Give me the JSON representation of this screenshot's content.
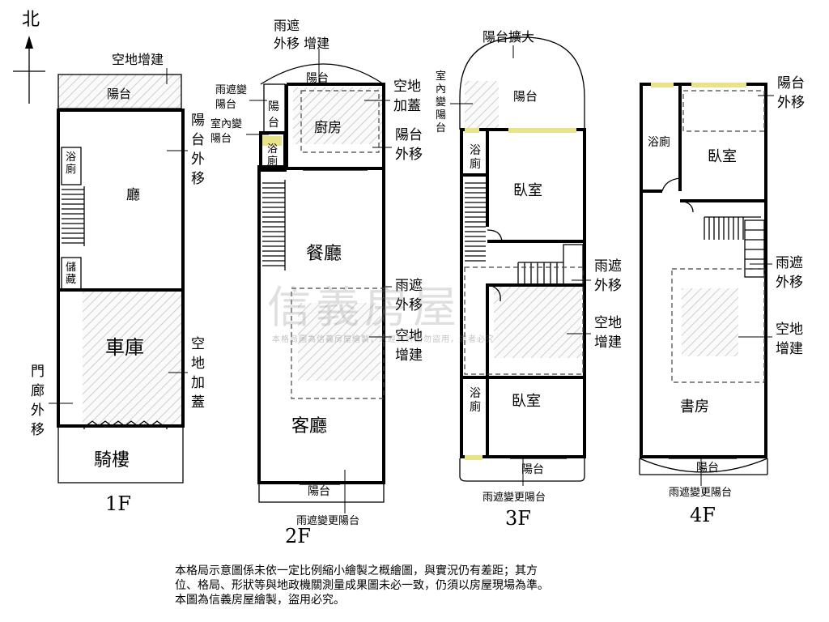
{
  "compass": {
    "label": "北"
  },
  "floors": {
    "f1": {
      "label": "1F",
      "rooms": {
        "living": "廳",
        "bath": "浴\n廁",
        "storage": "儲\n藏",
        "garage": "車庫",
        "arcade": "騎樓",
        "balcony": "陽台"
      },
      "annotations": {
        "yard_build": "空地增建",
        "balcony_out": "陽\n台\n外\n移",
        "yard_cover": "空\n地\n加\n蓋",
        "porch_out": "門\n廊\n外\n移"
      }
    },
    "f2": {
      "label": "2F",
      "rooms": {
        "dining": "餐廳",
        "living": "客廳",
        "kitchen": "廚房",
        "bath": "浴\n廁",
        "balcony_top": "陽台",
        "balcony_side": "陽\n台",
        "balcony_bottom": "陽台"
      },
      "annotations": {
        "rain_out": "雨遮\n外移 增建",
        "rain_balcony": "雨遮變\n陽台",
        "indoor_balcony": "室內變\n陽台",
        "yard_cover": "空地\n加蓋",
        "balcony_out": "陽台\n外移",
        "rain_out2": "雨遮\n外移",
        "yard_build": "空地\n增建",
        "rain_to_balcony": "雨遮變更陽台"
      }
    },
    "f3": {
      "label": "3F",
      "rooms": {
        "bedroom1": "臥室",
        "bedroom2": "臥室",
        "bath1": "浴\n廁",
        "bath2": "浴\n廁",
        "balcony_top": "陽台",
        "balcony_bottom": "陽台"
      },
      "annotations": {
        "balcony_expand": "陽台擴大",
        "indoor_balcony": "室\n內\n變\n陽\n台",
        "rain_out": "雨遮\n外移",
        "yard_build": "空地\n增建",
        "rain_to_balcony": "雨遮變更陽台"
      }
    },
    "f4": {
      "label": "4F",
      "rooms": {
        "bath": "浴廁",
        "bedroom": "臥室",
        "study": "書房",
        "balcony": "陽台"
      },
      "annotations": {
        "balcony_out": "陽台\n外移",
        "rain_out": "雨遮\n外移",
        "yard_build": "空地\n增建",
        "rain_to_balcony": "雨遮變更陽台"
      }
    }
  },
  "watermark": {
    "brand": "信義房屋",
    "text": "本格局圖為信義房屋繪製，未經允許請勿盜用，違者必究"
  },
  "disclaimer": [
    "本格局示意圖係未依一定比例縮小繪製之概繪圖，與實況仍有差距；其方",
    "位、格局、形狀等與地政機關測量成果圖未必一致，仍須以房屋現場為準。",
    "本圖為信義房屋繪製，盜用必究。"
  ]
}
